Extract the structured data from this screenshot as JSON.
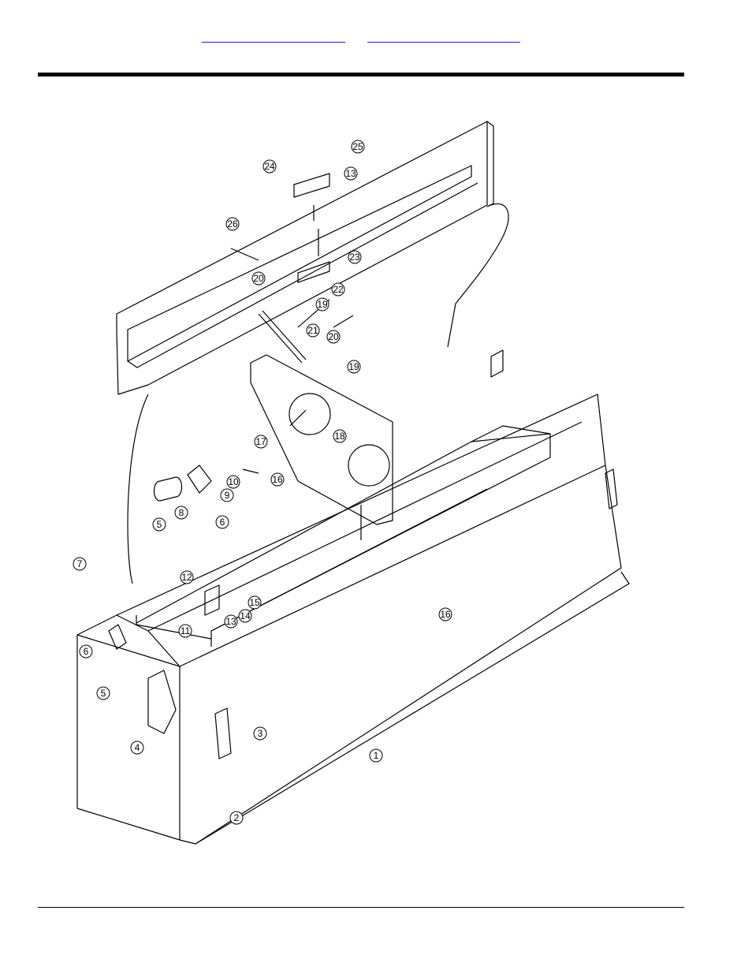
{
  "header": {
    "link_1": "",
    "link_2": ""
  },
  "figure": {
    "callouts": [
      "25",
      "24",
      "13",
      "26",
      "23",
      "22",
      "20",
      "19",
      "21",
      "20",
      "19",
      "17",
      "18",
      "10",
      "9",
      "16",
      "5",
      "8",
      "6",
      "7",
      "12",
      "15",
      "14",
      "13",
      "11",
      "16",
      "6",
      "5",
      "3",
      "4",
      "1",
      "2"
    ]
  }
}
